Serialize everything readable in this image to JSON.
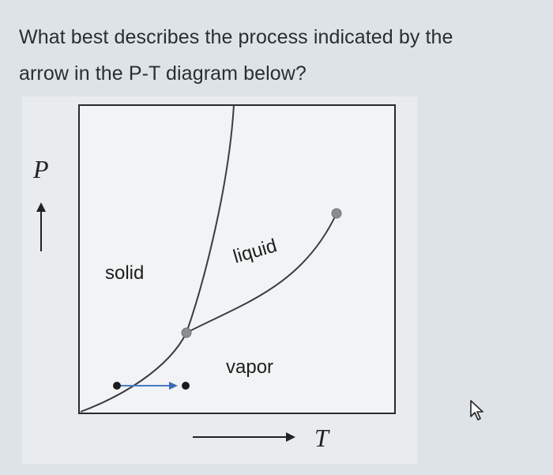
{
  "question": {
    "line1": "What best describes the process indicated by the",
    "line2": "arrow in the P-T diagram below?"
  },
  "diagram": {
    "axis_y_label": "P",
    "axis_x_label": "T",
    "regions": {
      "solid": "solid",
      "liquid": "liquid",
      "vapor": "vapor"
    }
  },
  "colors": {
    "curve": "#3a3c40",
    "triple_point": "#8a8d90",
    "critical_point": "#8a8d90",
    "process_arrow": "#4a78c4",
    "process_point": "#1a1a1a"
  },
  "icons": {
    "cursor": "mouse-pointer-icon"
  }
}
